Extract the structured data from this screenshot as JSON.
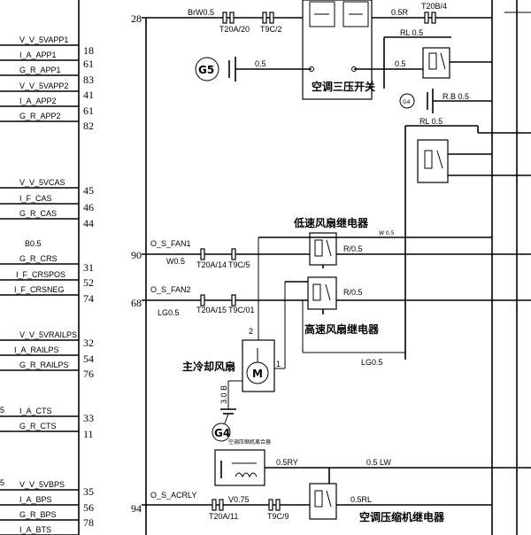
{
  "colors": {
    "ink": "#000000",
    "paper": "#ffffff"
  },
  "ecu_signals": [
    {
      "label": "V_V_5VAPP1",
      "pin": "18"
    },
    {
      "label": "I_A_APP1",
      "pin": "61"
    },
    {
      "label": "G_R_APP1",
      "pin": "83"
    },
    {
      "label": "V_V_5VAPP2",
      "pin": "41"
    },
    {
      "label": "I_A_APP2",
      "pin": "61"
    },
    {
      "label": "G_R_APP2",
      "pin": "82"
    },
    {
      "label": "V_V_5VCAS",
      "pin": "45"
    },
    {
      "label": "I_F_CAS",
      "pin": "46"
    },
    {
      "label": "G_R_CAS",
      "pin": "44"
    },
    {
      "label": "G_R_CRS",
      "pin": "31"
    },
    {
      "label": "I_F_CRSPOS",
      "pin": "52"
    },
    {
      "label": "I_F_CRSNEG",
      "pin": "74"
    },
    {
      "label": "V_V_5VRAILPS",
      "pin": "32"
    },
    {
      "label": "I_A_RAILPS",
      "pin": "54"
    },
    {
      "label": "G_R_RAILPS",
      "pin": "76"
    },
    {
      "label": "I_A_CTS",
      "pin": "33"
    },
    {
      "label": "G_R_CTS",
      "pin": "11"
    },
    {
      "label": "V_V_5VBPS",
      "pin": "35"
    },
    {
      "label": "I_A_BPS",
      "pin": "56"
    },
    {
      "label": "G_R_BPS",
      "pin": "78"
    },
    {
      "label": "I_A_BTS",
      "pin": ""
    }
  ],
  "left_wire_labels": {
    "crs": "B0.5",
    "fragment_a": "5",
    "fragment_b": "5"
  },
  "rows": {
    "top": {
      "pin": "28",
      "wire": "BrW0.5",
      "conn1": "T20A/20",
      "conn2": "T9C/2",
      "wire2": "0.5R",
      "conn3": "T20B/4"
    },
    "fan1": {
      "pin": "90",
      "signal": "O_S_FAN1",
      "wire": "W0.5",
      "conn1": "T20A/14",
      "conn2": "T9C/5"
    },
    "fan2": {
      "pin": "68",
      "signal": "O_S_FAN2",
      "wire": "LG0.5",
      "conn1": "T20A/15",
      "conn2": "T9C/01"
    },
    "acrly": {
      "pin": "94",
      "signal": "O_S_ACRLY",
      "conn1": "T20A/11",
      "wire": "V0.75",
      "conn2": "T9C/9"
    }
  },
  "components": {
    "ground_g5": "G5",
    "ground_g4": "G4",
    "ground_g4_small": "G4",
    "ac_pressure_switch": "空调三压开关",
    "low_speed_relay": "低速风扇继电器",
    "high_speed_relay": "高速风扇继电器",
    "main_fan": "主冷却风扇",
    "motor": "M",
    "ac_relay": "空调压缩机继电器",
    "compressor_clutch": "空调压缩机离合器"
  },
  "wire_labels": {
    "g5_wire": "0.5",
    "switch_out": "0.5",
    "rl1": "RL 0.5",
    "rl2": "RL 0.5",
    "rb": "R.B 0.5",
    "r05a": "R/0.5",
    "r05b": "R/0.5",
    "w05": "W 0.5",
    "ground_wire": "3.0 B",
    "lg05": "LG0.5",
    "motor_pin2": "2",
    "motor_pin1": "1",
    "clutch_wire": "0.5RY",
    "clutch_out": "0.5 LW",
    "relay_out": "0.5RL"
  }
}
